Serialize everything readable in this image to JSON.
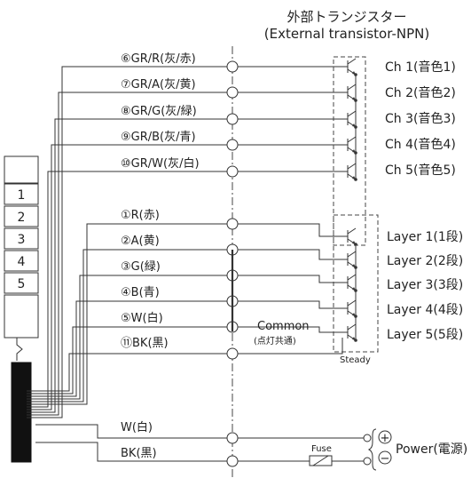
{
  "diagram": {
    "title_jp": "外部トランジスター",
    "title_en": "(External transistor-NPN)",
    "tower_numbers": [
      "1",
      "2",
      "3",
      "4",
      "5"
    ],
    "wire_labels": [
      "⑥GR/R(灰/赤)",
      "⑦GR/A(灰/黄)",
      "⑧GR/G(灰/緑)",
      "⑨GR/B(灰/青)",
      "⑩GR/W(灰/白)",
      "①R(赤)",
      "②A(黄)",
      "③G(緑)",
      "④B(青)",
      "⑤W(白)",
      "⑪BK(黒)"
    ],
    "channel_labels": [
      "Ch 1(音色1)",
      "Ch 2(音色2)",
      "Ch 3(音色3)",
      "Ch 4(音色4)",
      "Ch 5(音色5)"
    ],
    "layer_labels": [
      "Layer 1(1段)",
      "Layer 2(2段)",
      "Layer 3(3段)",
      "Layer 4(4段)",
      "Layer 5(5段)"
    ],
    "common_label": "Common",
    "common_sub": "(点灯共通)",
    "steady_label": "Steady",
    "power_wires": [
      "W(白)",
      "BK(黒)"
    ],
    "fuse_label": "Fuse",
    "power_label": "Power(電源)",
    "plus": "+",
    "minus": "−"
  }
}
